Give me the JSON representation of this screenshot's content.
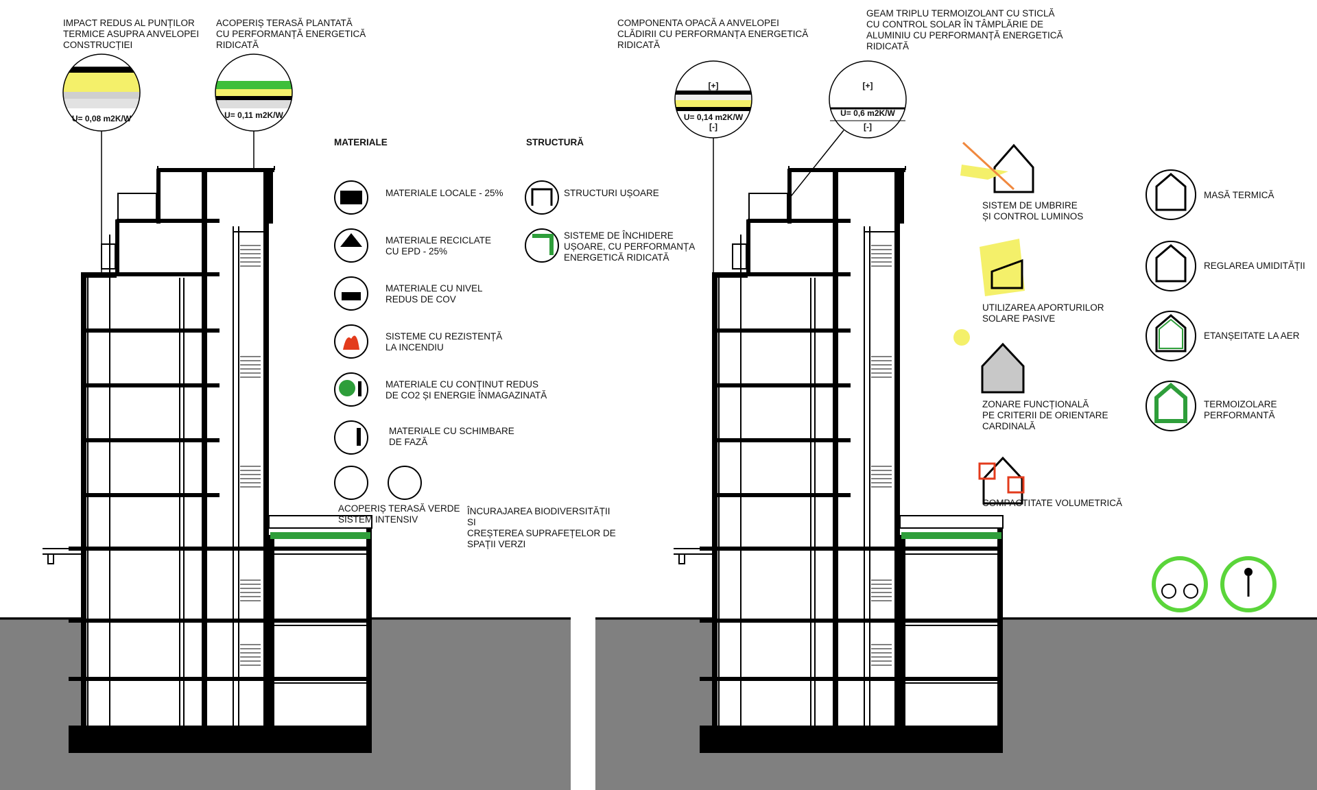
{
  "left_panel": {
    "top_labels": {
      "thermal_bridges": "IMPACT REDUS AL PUNȚILOR\nTERMICE ASUPRA ANVELOPEI\nCONSTRUCȚIEI",
      "green_roof": "ACOPERIȘ TERASĂ PLANTATĂ\nCU PERFORMANȚĂ ENERGETICĂ\nRIDICATĂ"
    },
    "details": {
      "detail_1_u": "U= 0,08 m2K/W",
      "detail_2_u": "U= 0,11 m2K/W"
    },
    "materials": {
      "heading": "MATERIALE",
      "items": [
        {
          "icon": "bricks-icon",
          "label": "MATERIALE LOCALE - 25%"
        },
        {
          "icon": "recycle-icon",
          "label": "MATERIALE RECICLATE\nCU EPD - 25%"
        },
        {
          "icon": "low-voc-icon",
          "label": "MATERIALE CU NIVEL\nREDUS DE COV"
        },
        {
          "icon": "fire-icon",
          "label": "SISTEME CU REZISTENȚĂ\nLA INCENDIU"
        },
        {
          "icon": "tree-icon",
          "label": "MATERIALE CU CONȚINUT REDUS\nDE CO2 ȘI ENERGIE ÎNMAGAZINATĂ"
        },
        {
          "icon": "phase-change-icon",
          "label": "MATERIALE CU SCHIMBARE\nDE FAZĂ"
        }
      ],
      "biodiversity_left": "ACOPERIȘ TERASĂ VERDE\nSISTEM INTENSIV",
      "biodiversity_right": "ÎNCURAJAREA BIODIVERSITĂȚII SI\nCREȘTEREA SUPRAFEȚELOR DE\nSPAȚII VERZI"
    },
    "structure": {
      "heading": "STRUCTURĂ",
      "items": [
        {
          "icon": "light-frame-icon",
          "label": "STRUCTURI UȘOARE"
        },
        {
          "icon": "envelope-system-icon",
          "label": "SISTEME DE ÎNCHIDERE\nUȘOARE, CU PERFORMANȚA\nENERGETICĂ RIDICATĂ"
        }
      ]
    }
  },
  "right_panel": {
    "top_labels": {
      "opaque": "COMPONENTA OPACĂ A ANVELOPEI\nCLĂDIRII CU PERFORMANȚA ENERGETICĂ\nRIDICATĂ",
      "glazing": "GEAM TRIPLU TERMOIZOLANT CU STICLĂ\nCU CONTROL SOLAR ÎN TÂMPLĂRIE DE\nALUMINIU CU PERFORMANȚĂ ENERGETICĂ\nRIDICATĂ"
    },
    "details": {
      "detail_3_u": "U=  0,14  m2K/W",
      "detail_3_plus": "[+]",
      "detail_3_minus": "[-]",
      "detail_4_u": "U=  0,6  m2K/W",
      "detail_4_plus": "[+]",
      "detail_4_minus": "[-]"
    },
    "passive_strategies": [
      {
        "icon": "shading-icon",
        "label": "SISTEM DE UMBRIRE\nȘI CONTROL LUMINOS"
      },
      {
        "icon": "solar-gain-icon",
        "label": "UTILIZAREA APORTURILOR\nSOLARE PASIVE"
      },
      {
        "icon": "orientation-zoning-icon",
        "label": "ZONARE FUNCȚIONALĂ\nPE CRITERII DE ORIENTARE\nCARDINALĂ"
      },
      {
        "icon": "compactness-icon",
        "label": "COMPACTITATE VOLUMETRICĂ"
      }
    ],
    "envelope_features": [
      {
        "icon": "thermal-mass-icon",
        "label": "MASĂ TERMICĂ"
      },
      {
        "icon": "humidity-icon",
        "label": "REGLAREA UMIDITĂȚII"
      },
      {
        "icon": "airtight-icon",
        "label": "ETANȘEITATE LA AER"
      },
      {
        "icon": "insulation-icon",
        "label": "TERMOIZOLARE\nPERFORMANTĂ"
      }
    ],
    "mobility_icons": [
      "bicycle-icon",
      "pedestrian-icon"
    ]
  },
  "colors": {
    "ground": "#808080",
    "green_roof": "#2e9e3a",
    "insulation_yellow": "#f4f06a",
    "mobility_green": "#5ad53a"
  }
}
